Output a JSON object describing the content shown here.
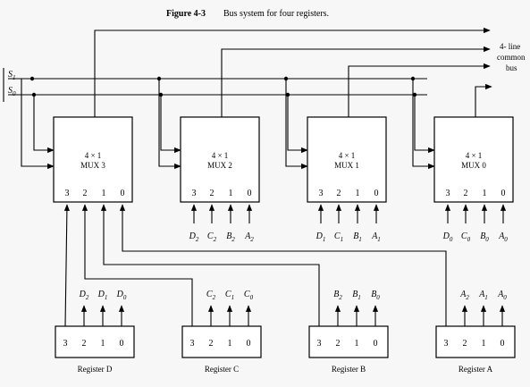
{
  "figure": {
    "label": "Figure 4-3",
    "caption": "Bus system for four registers."
  },
  "selects": [
    "S",
    "S"
  ],
  "select_subs": [
    "1",
    "0"
  ],
  "bus_label": [
    "4- line",
    "common",
    "bus"
  ],
  "muxes": [
    {
      "title": "4 × 1",
      "name": "MUX 3",
      "inputs": [
        "D",
        "C",
        "B",
        "A"
      ],
      "subs": [
        "3",
        "3",
        "3",
        "3"
      ]
    },
    {
      "title": "4 × 1",
      "name": "MUX 2",
      "inputs": [
        "D",
        "C",
        "B",
        "A"
      ],
      "subs": [
        "2",
        "2",
        "2",
        "2"
      ]
    },
    {
      "title": "4 × 1",
      "name": "MUX 1",
      "inputs": [
        "D",
        "C",
        "B",
        "A"
      ],
      "subs": [
        "1",
        "1",
        "1",
        "1"
      ]
    },
    {
      "title": "4 × 1",
      "name": "MUX 0",
      "inputs": [
        "D",
        "C",
        "B",
        "A"
      ],
      "subs": [
        "0",
        "0",
        "0",
        "0"
      ]
    }
  ],
  "pin_labels": [
    "3",
    "2",
    "1",
    "0"
  ],
  "registers": [
    {
      "name": "Register D",
      "letter": "D"
    },
    {
      "name": "Register C",
      "letter": "C"
    },
    {
      "name": "Register B",
      "letter": "B"
    },
    {
      "name": "Register A",
      "letter": "A"
    }
  ],
  "reg_out_subs": [
    "2",
    "1",
    "0"
  ]
}
